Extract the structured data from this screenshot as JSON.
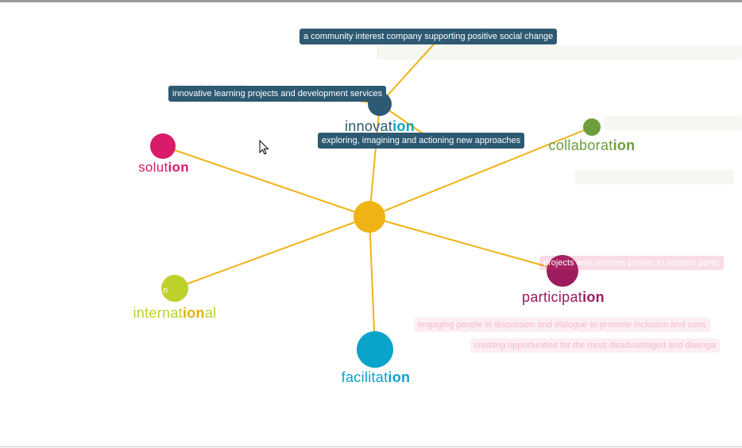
{
  "nodes": {
    "innovation": {
      "prefix": "innovat",
      "suffix": "ion",
      "tail": "",
      "color": "#2d5972"
    },
    "solution": {
      "prefix": "solut",
      "suffix": "ion",
      "tail": "",
      "color": "#d81b6a"
    },
    "collaboration": {
      "prefix": "collaborat",
      "suffix": "ion",
      "tail": "",
      "color": "#6a9f3c"
    },
    "international": {
      "prefix": "internat",
      "suffix": "ion",
      "tail": "al",
      "color": "#bdd12a"
    },
    "facilitation": {
      "prefix": "facilitat",
      "suffix": "ion",
      "tail": "",
      "color": "#0aa3c9"
    },
    "participation": {
      "prefix": "participat",
      "suffix": "ion",
      "tail": "",
      "color": "#9c1c5e"
    },
    "center": {
      "color": "#f0b316"
    }
  },
  "edge_color": "#f0b316",
  "tooltips": {
    "cic": "a community interest company supporting positive social change",
    "learning": "innovative learning projects and development services",
    "exploring": "exploring,  imagining  and actioning new approaches",
    "artists": "rtists and designers",
    "proven": "projects and services proven to support partic",
    "engaging": "engaging people in discussion and dialogue to promote inclusion and cons",
    "creating": "creating opportunities for the most disadvantaged and disenga",
    "intl_fragment": "n"
  }
}
